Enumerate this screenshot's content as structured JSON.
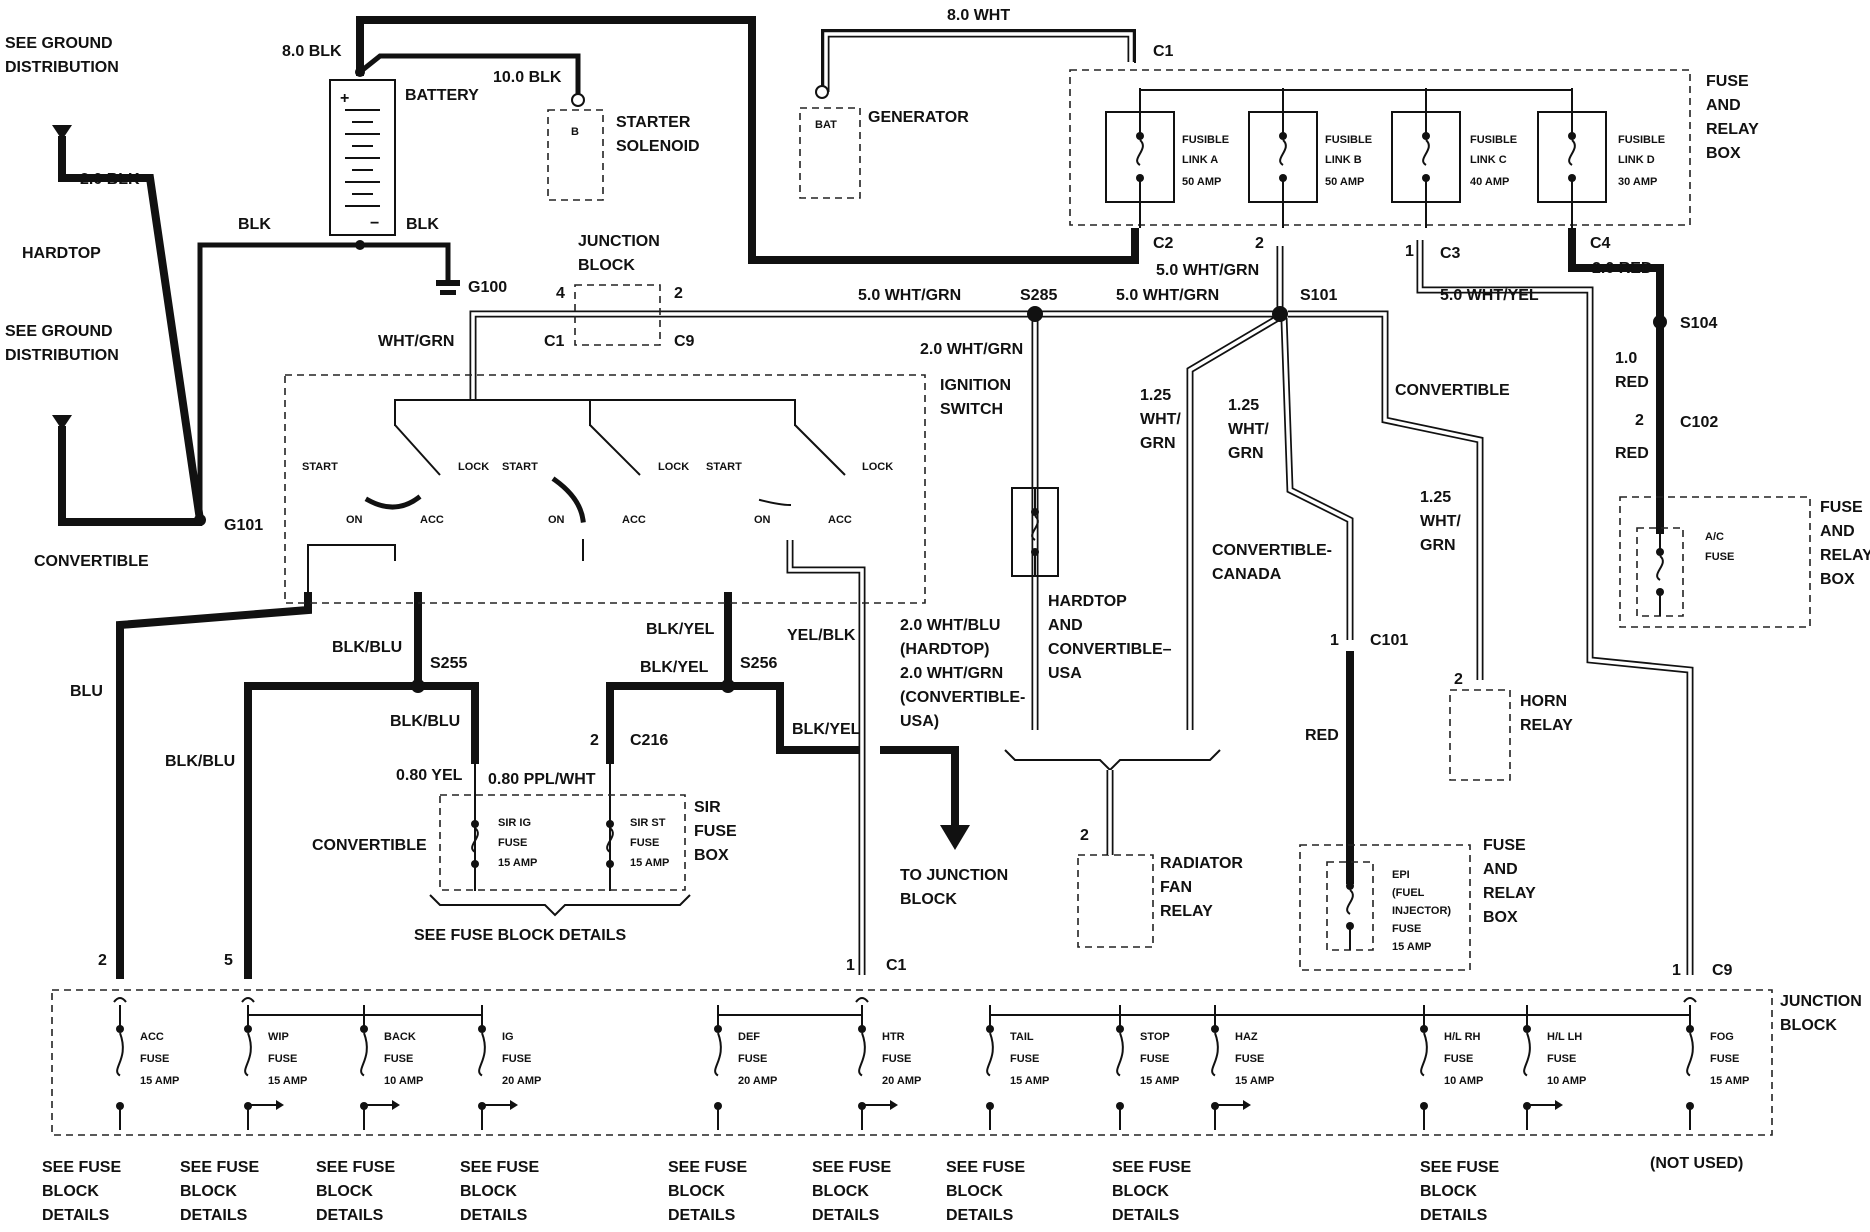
{
  "labels": {
    "see_ground_1": "SEE GROUND",
    "distribution_1": "DISTRIBUTION",
    "see_ground_2": "SEE GROUND",
    "distribution_2": "DISTRIBUTION",
    "hardtop": "HARDTOP",
    "convertible_left": "CONVERTIBLE",
    "g101": "G101",
    "g100": "G100",
    "wire_2blk": "2.0 BLK",
    "wire_8blk": "8.0 BLK",
    "wire_10blk": "10.0 BLK",
    "wire_blk_a": "BLK",
    "wire_blk_b": "BLK",
    "battery": "BATTERY",
    "starter_1": "STARTER",
    "starter_2": "SOLENOID",
    "starter_pin": "B",
    "generator": "GENERATOR",
    "gen_pin": "BAT",
    "wire_8wht": "8.0 WHT",
    "c1_top": "C1",
    "frb_top_1": "FUSE",
    "frb_top_2": "AND",
    "frb_top_3": "RELAY",
    "frb_top_4": "BOX",
    "fl_a_1": "FUSIBLE",
    "fl_a_2": "LINK A",
    "fl_a_3": "50 AMP",
    "fl_b_1": "FUSIBLE",
    "fl_b_2": "LINK B",
    "fl_b_3": "50 AMP",
    "fl_c_1": "FUSIBLE",
    "fl_c_2": "LINK C",
    "fl_c_3": "40 AMP",
    "fl_d_1": "FUSIBLE",
    "fl_d_2": "LINK D",
    "fl_d_3": "30 AMP",
    "c2": "C2",
    "c3": "C3",
    "c4": "C4",
    "pin_2_c2": "2",
    "pin_1_c3": "1",
    "wire_5whtgrn_a": "5.0 WHT/GRN",
    "wire_5whtgrn_b": "5.0 WHT/GRN",
    "wire_5whtgrn_c": "5.0 WHT/GRN",
    "wire_5whtyel": "5.0 WHT/YEL",
    "wire_2red": "2.0 RED",
    "s104": "S104",
    "wire_1red_1": "1.0",
    "wire_1red_2": "RED",
    "c102": "C102",
    "pin_2_c102": "2",
    "red_c102": "RED",
    "frb_ac_1": "FUSE",
    "frb_ac_2": "AND",
    "frb_ac_3": "RELAY",
    "frb_ac_4": "BOX",
    "ac_fuse_1": "A/C",
    "ac_fuse_2": "FUSE",
    "junction_block_1": "JUNCTION",
    "junction_block_2": "BLOCK",
    "pin_4": "4",
    "pin_2_jb": "2",
    "c1_jb": "C1",
    "c9_jb": "C9",
    "wht_grn": "WHT/GRN",
    "s285": "S285",
    "s101": "S101",
    "wire_2whtgrn": "2.0 WHT/GRN",
    "ign_1": "IGNITION",
    "ign_2": "SWITCH",
    "start_1": "START",
    "lock_1": "LOCK",
    "on_1": "ON",
    "acc_1": "ACC",
    "start_2": "START",
    "lock_2": "LOCK",
    "on_2": "ON",
    "acc_2": "ACC",
    "start_3": "START",
    "lock_3": "LOCK",
    "on_3": "ON",
    "acc_3": "ACC",
    "wire_125_a1": "1.25",
    "wire_125_a2": "WHT/",
    "wire_125_a3": "GRN",
    "wire_125_b1": "1.25",
    "wire_125_b2": "WHT/",
    "wire_125_b3": "GRN",
    "wire_125_c1": "1.25",
    "wire_125_c2": "WHT/",
    "wire_125_c3": "GRN",
    "convertible_mid": "CONVERTIBLE",
    "conv_canada_1": "CONVERTIBLE-",
    "conv_canada_2": "CANADA",
    "hardtop_usa_1": "HARDTOP",
    "hardtop_usa_2": "AND",
    "hardtop_usa_3": "CONVERTIBLE–",
    "hardtop_usa_4": "USA",
    "c101": "C101",
    "pin_1_c101": "1",
    "red_c101": "RED",
    "horn_1": "HORN",
    "horn_2": "RELAY",
    "pin_2_horn": "2",
    "frb_epi_1": "FUSE",
    "frb_epi_2": "AND",
    "frb_epi_3": "RELAY",
    "frb_epi_4": "BOX",
    "epi_1": "EPI",
    "epi_2": "(FUEL",
    "epi_3": "INJECTOR)",
    "epi_4": "FUSE",
    "epi_5": "15 AMP",
    "blu": "BLU",
    "blk_blu_a": "BLK/BLU",
    "blk_blu_b": "BLK/BLU",
    "blk_blu_c": "BLK/BLU",
    "s255": "S255",
    "s256": "S256",
    "blk_yel_a": "BLK/YEL",
    "blk_yel_b": "BLK/YEL",
    "blk_yel_c": "BLK/YEL",
    "yel_blk": "YEL/BLK",
    "wire_080yel": "0.80 YEL",
    "wire_080ppl": "0.80 PPL/WHT",
    "pin_2_c216": "2",
    "c216": "C216",
    "convertible_sir": "CONVERTIBLE",
    "sir_ig_1": "SIR IG",
    "sir_ig_2": "FUSE",
    "sir_ig_3": "15 AMP",
    "sir_st_1": "SIR ST",
    "sir_st_2": "FUSE",
    "sir_st_3": "15 AMP",
    "sir_box_1": "SIR",
    "sir_box_2": "FUSE",
    "sir_box_3": "BOX",
    "see_fuse_block": "SEE FUSE BLOCK DETAILS",
    "rad_note_1": "2.0 WHT/BLU",
    "rad_note_2": "(HARDTOP)",
    "rad_note_3": "2.0 WHT/GRN",
    "rad_note_4": "(CONVERTIBLE-",
    "rad_note_5": "USA)",
    "to_jb_1": "TO JUNCTION",
    "to_jb_2": "BLOCK",
    "rad_fan_1": "RADIATOR",
    "rad_fan_2": "FAN",
    "rad_fan_3": "RELAY",
    "pin_2_rad": "2",
    "pin_2_bot": "2",
    "pin_5_bot": "5",
    "pin_1_c1_bot": "1",
    "c1_bot": "C1",
    "pin_1_c9_bot": "1",
    "c9_bot": "C9",
    "jb_bot_1": "JUNCTION",
    "jb_bot_2": "BLOCK",
    "not_used": "(NOT USED)"
  },
  "bottom_fuses": [
    {
      "name": "ACC",
      "amp": "15 AMP"
    },
    {
      "name": "WIP",
      "amp": "15 AMP"
    },
    {
      "name": "BACK",
      "amp": "10 AMP"
    },
    {
      "name": "IG",
      "amp": "20 AMP"
    },
    {
      "name": "DEF",
      "amp": "20 AMP"
    },
    {
      "name": "HTR",
      "amp": "20 AMP"
    },
    {
      "name": "TAIL",
      "amp": "15 AMP"
    },
    {
      "name": "STOP",
      "amp": "15 AMP"
    },
    {
      "name": "HAZ",
      "amp": "15 AMP"
    },
    {
      "name": "H/L RH",
      "amp": "10 AMP"
    },
    {
      "name": "H/L LH",
      "amp": "10 AMP"
    },
    {
      "name": "FOG",
      "amp": "15 AMP"
    }
  ],
  "fuse_word": "FUSE",
  "see_details": [
    "SEE FUSE",
    "BLOCK",
    "DETAILS"
  ]
}
